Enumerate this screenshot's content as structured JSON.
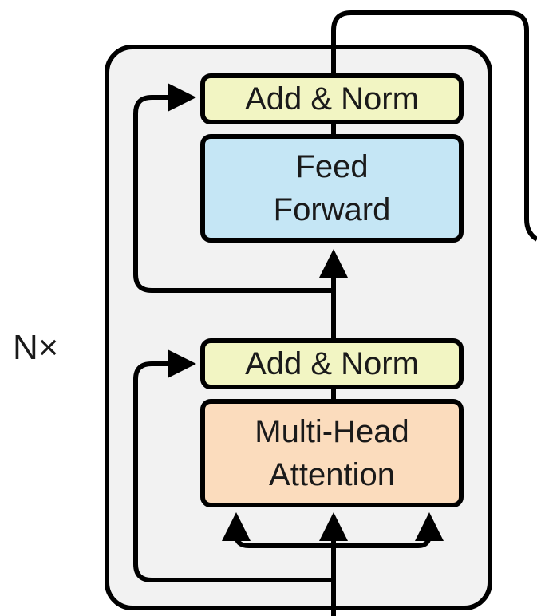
{
  "diagram": {
    "repeat_label": "N×",
    "blocks": {
      "add_norm_top": {
        "label": "Add & Norm",
        "fill": "#f2f5c3"
      },
      "feed_forward": {
        "lines": [
          "Feed",
          "Forward"
        ],
        "fill": "#c5e6f5"
      },
      "add_norm_bottom": {
        "label": "Add & Norm",
        "fill": "#f2f5c3"
      },
      "multi_head_attention": {
        "lines": [
          "Multi-Head",
          "Attention"
        ],
        "fill": "#fbdcbd"
      }
    },
    "colors": {
      "container_fill": "#f2f2f2",
      "stroke": "#000000",
      "text": "#1a1a1a"
    }
  }
}
